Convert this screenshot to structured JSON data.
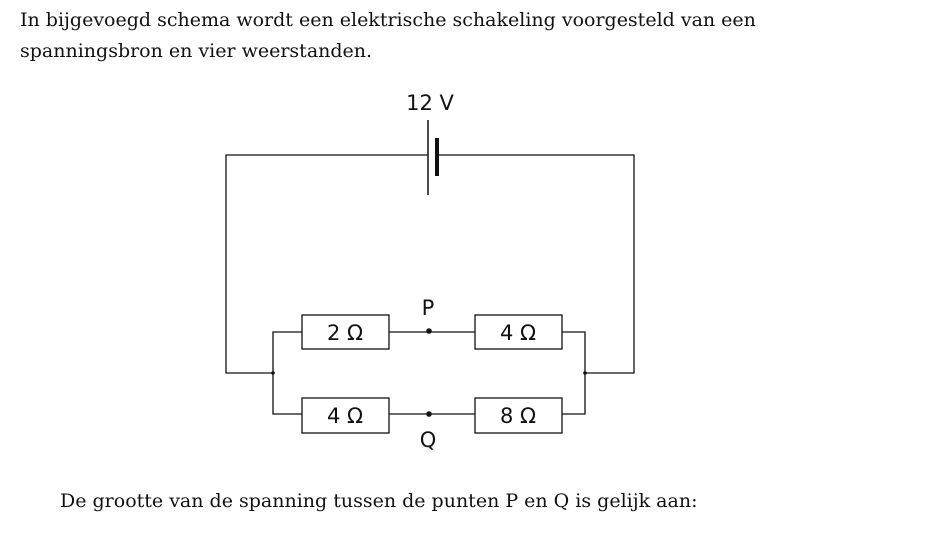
{
  "intro": {
    "line1": "In bijgevoegd schema wordt een elektrische schakeling voorgesteld van een",
    "line2": "spanningsbron en vier weerstanden."
  },
  "circuit": {
    "source_label": "12 V",
    "point_p": "P",
    "point_q": "Q",
    "resistors": {
      "top_left": "2 Ω",
      "top_right": "4 Ω",
      "bottom_left": "4 Ω",
      "bottom_right": "8 Ω"
    }
  },
  "question": "De grootte van de spanning tussen de punten P en Q is gelijk aan:"
}
